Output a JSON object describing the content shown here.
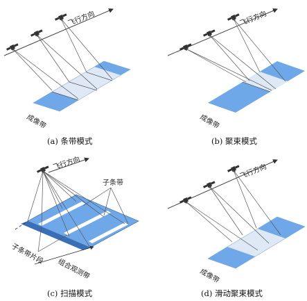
{
  "panels": [
    {
      "caption": "(a)  条带模式",
      "flight_label": "飞行方向",
      "swath_label": "成像带"
    },
    {
      "caption": "(b)  聚束模式",
      "flight_label": "飞行方向",
      "swath_label": "成像带"
    },
    {
      "caption": "(c)  扫描模式",
      "flight_label": "飞行方向",
      "substrip_label": "子条带",
      "segment_label": "子条带片段",
      "combined_label": "组合观测带"
    },
    {
      "caption": "(d)  滑动聚束模式",
      "flight_label": "飞行方向",
      "swath_label": "成像带"
    }
  ],
  "colors": {
    "swath_fill": "#6ea8e8",
    "swath_light": "#dfe9f6",
    "satellite": "#333333",
    "lines": "#555555"
  }
}
